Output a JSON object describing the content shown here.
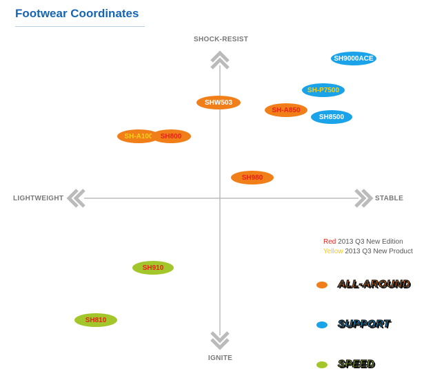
{
  "title": "Footwear Coordinates",
  "axes": {
    "top": "SHOCK-RESIST",
    "bottom": "IGNITE",
    "left": "LIGHTWEIGHT",
    "right": "STABLE"
  },
  "colors": {
    "all_around": "#f07f1a",
    "support": "#1aa3e8",
    "speed": "#a3c62a",
    "red_text": "#e8201a",
    "yellow_text": "#f7d019",
    "white_text": "#ffffff",
    "axis": "#bbbbbb"
  },
  "products": [
    {
      "label": "SH9000ACE",
      "category": "support",
      "text_color": "white"
    },
    {
      "label": "SH-P7500",
      "category": "support",
      "text_color": "yellow"
    },
    {
      "label": "SHW503",
      "category": "all_around",
      "text_color": "white"
    },
    {
      "label": "SH-A850",
      "category": "all_around",
      "text_color": "red"
    },
    {
      "label": "SH8500",
      "category": "support",
      "text_color": "white"
    },
    {
      "label": "SH-A100",
      "category": "all_around",
      "text_color": "yellow"
    },
    {
      "label": "SH800",
      "category": "all_around",
      "text_color": "red"
    },
    {
      "label": "SH980",
      "category": "all_around",
      "text_color": "red"
    },
    {
      "label": "SH910",
      "category": "speed",
      "text_color": "red"
    },
    {
      "label": "SH810",
      "category": "speed",
      "text_color": "red"
    }
  ],
  "legend": {
    "red_word": "Red",
    "red_text": "2013 Q3 New Edition",
    "yellow_word": "Yellow",
    "yellow_text": "2013 Q3 New Product",
    "categories": [
      {
        "key": "all_around",
        "logo_text": "ALL-AROUND"
      },
      {
        "key": "support",
        "logo_text": "SUPPORT"
      },
      {
        "key": "speed",
        "logo_text": "SPEED"
      }
    ]
  }
}
